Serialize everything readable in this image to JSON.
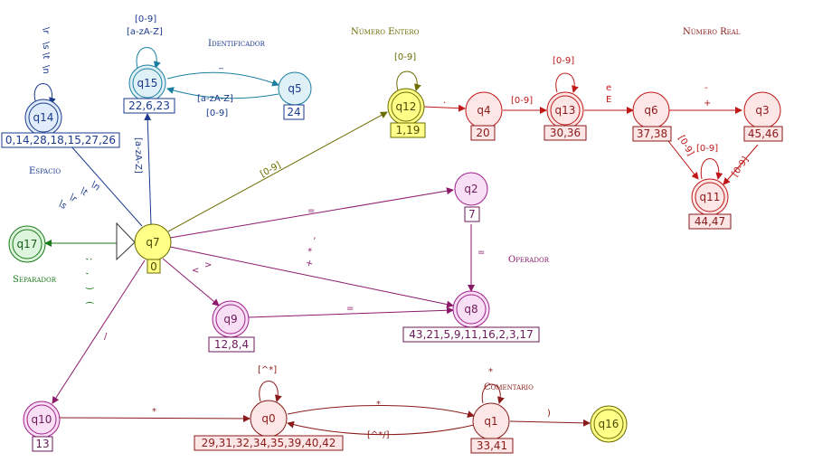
{
  "colors": {
    "blue": "#1a3a8c",
    "teal": "#1a7fa0",
    "olive": "#6b6b00",
    "red": "#c01818",
    "dark_red": "#8b1a1a",
    "purple": "#8b1a6b",
    "magenta": "#a0208c",
    "green": "#1a7a1a",
    "yellow_fill": "#ffff88",
    "pink_fill": "#fde6e6",
    "lavender_fill": "#f8dff5",
    "blue_fill": "#e0ecfa",
    "teal_fill": "#dff0f7",
    "green_fill": "#ddf5dd"
  },
  "states": {
    "q0": {
      "name": "q0",
      "set": "29,31,32,34,35,39,40,42"
    },
    "q1": {
      "name": "q1",
      "set": "33,41"
    },
    "q2": {
      "name": "q2",
      "set": "7"
    },
    "q3": {
      "name": "q3",
      "set": "45,46"
    },
    "q4": {
      "name": "q4",
      "set": "20"
    },
    "q5": {
      "name": "q5",
      "set": "24"
    },
    "q6": {
      "name": "q6",
      "set": "37,38"
    },
    "q7": {
      "name": "q7",
      "set": "0"
    },
    "q8": {
      "name": "q8",
      "set": "43,21,5,9,11,16,2,3,17"
    },
    "q9": {
      "name": "q9",
      "set": "12,8,4"
    },
    "q10": {
      "name": "q10",
      "set": "13"
    },
    "q11": {
      "name": "q11",
      "set": "44,47"
    },
    "q12": {
      "name": "q12",
      "set": "1,19"
    },
    "q13": {
      "name": "q13",
      "set": "30,36"
    },
    "q14": {
      "name": "q14",
      "set": "0,14,28,18,15,27,26"
    },
    "q15": {
      "name": "q15",
      "set": "22,6,23"
    },
    "q16": {
      "name": "q16",
      "set": ""
    },
    "q17": {
      "name": "q17",
      "set": ""
    }
  },
  "groups": {
    "identificador": "Identificador",
    "numero_entero": "Número Entero",
    "numero_real": "Número Real",
    "espacio": "Espacio",
    "separador": "Separador",
    "operador": "Operador",
    "comentario": "Comentario"
  },
  "edges": {
    "q14_loop": [
      "\\r",
      "\\s",
      "\\t",
      "\\n"
    ],
    "q7_q14": [
      "\\n",
      "\\t",
      "\\r",
      "\\s"
    ],
    "q15_loop": [
      "[0-9]",
      "[a-zA-Z]"
    ],
    "q15_q5": "_",
    "q5_q15": [
      "[a-zA-Z]",
      "[0-9]"
    ],
    "q7_q15": "[a-zA-Z]",
    "q7_q12": "[0-9]",
    "q12_loop": "[0-9]",
    "q12_q4": ".",
    "q4_q13": "[0-9]",
    "q13_loop": "[0-9]",
    "q13_q6": [
      "e",
      "E"
    ],
    "q6_q3": [
      "-",
      "+"
    ],
    "q6_q11": "[0-9]",
    "q11_loop": "[0-9]",
    "q3_q11": "[0-9]",
    "q7_q2": "=",
    "q2_q8": "=",
    "q7_q8": [
      "+",
      "-",
      "*"
    ],
    "q7_q9": [
      "<",
      ">"
    ],
    "q9_q8": "=",
    "q7_q17": [
      ";",
      ",",
      "(",
      ")"
    ],
    "q7_q10": "/",
    "q10_q0": "*",
    "q0_loop": "[^*]",
    "q0_q1": "*",
    "q1_q0": "[^*/]",
    "q1_loop": "*",
    "q1_q16": ")"
  }
}
